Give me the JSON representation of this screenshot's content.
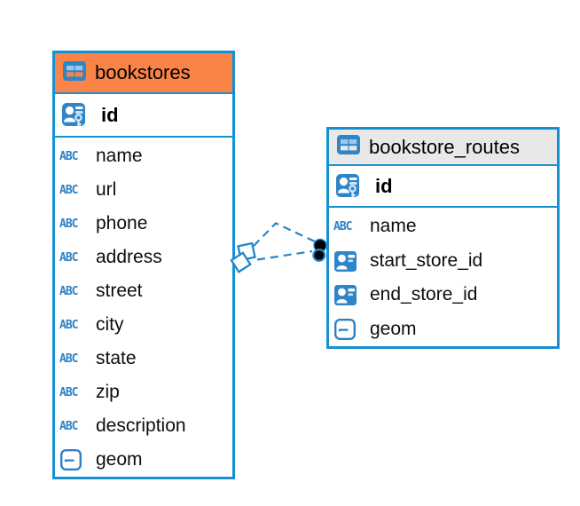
{
  "app": {
    "view": "database-er-diagram"
  },
  "colors": {
    "table_border_blue": "#1591D1",
    "bookstores_header_orange": "#FA8347",
    "routes_header_gray": "#E8E8E8",
    "icon_square_blue": "#2E85C8",
    "icon_cell_light_blue": "#9EC6EA",
    "type_label_blue": "#2E81C4",
    "connector_blue": "#2387C9",
    "endpoint_dot_black": "#000000",
    "text_black": "#000000"
  },
  "icons": {
    "text_type_label": "ABC"
  },
  "tables": [
    {
      "title": "bookstores",
      "header_color": "#FA8347",
      "primary_key": {
        "name": "id"
      },
      "columns": [
        {
          "name": "name",
          "type": "text"
        },
        {
          "name": "url",
          "type": "text"
        },
        {
          "name": "phone",
          "type": "text"
        },
        {
          "name": "address",
          "type": "text"
        },
        {
          "name": "street",
          "type": "text"
        },
        {
          "name": "city",
          "type": "text"
        },
        {
          "name": "state",
          "type": "text"
        },
        {
          "name": "zip",
          "type": "text"
        },
        {
          "name": "description",
          "type": "text"
        },
        {
          "name": "geom",
          "type": "geometry"
        }
      ]
    },
    {
      "title": "bookstore_routes",
      "header_color": "#E8E8E8",
      "primary_key": {
        "name": "id"
      },
      "columns": [
        {
          "name": "name",
          "type": "text"
        },
        {
          "name": "start_store_id",
          "type": "foreign-key"
        },
        {
          "name": "end_store_id",
          "type": "foreign-key"
        },
        {
          "name": "geom",
          "type": "geometry"
        }
      ]
    }
  ],
  "relationships": [
    {
      "between": [
        "bookstore_routes",
        "bookstores"
      ],
      "line_style": "dashed",
      "line_count": 2
    }
  ]
}
